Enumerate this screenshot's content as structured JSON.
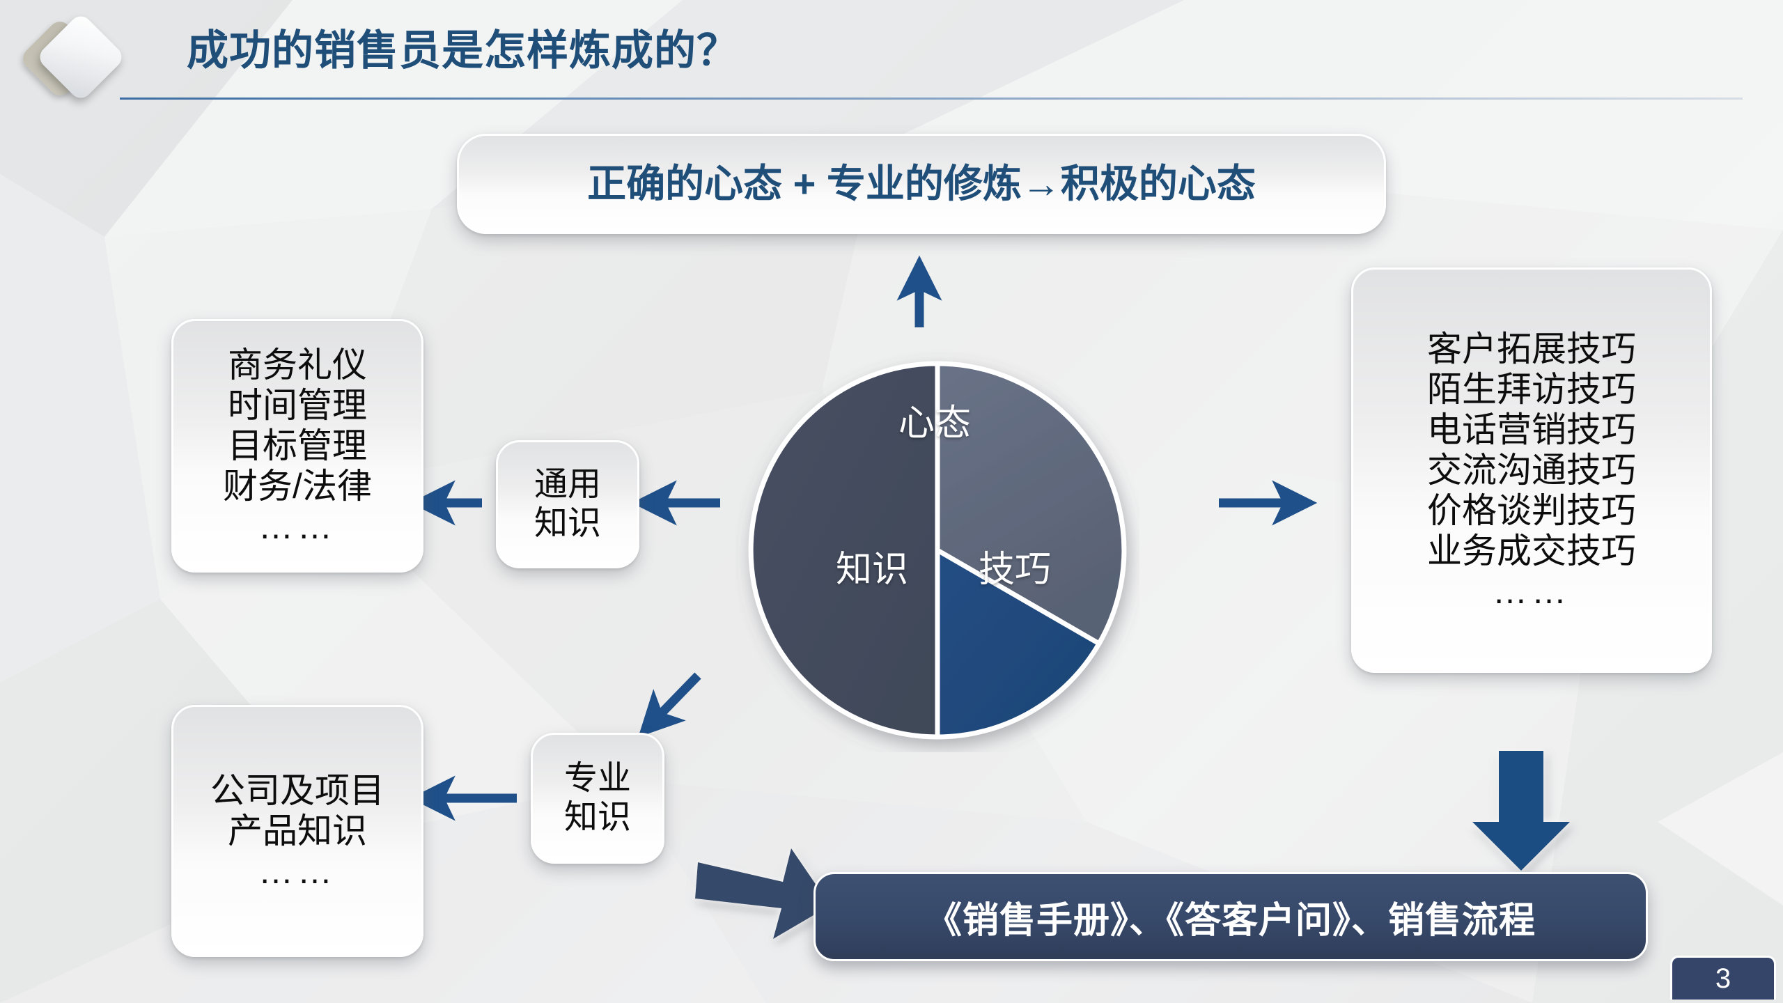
{
  "slide": {
    "title": "成功的销售员是怎样炼成的？",
    "page_number": "3",
    "decor_icon": "double-diamond-icon"
  },
  "banner": {
    "text": "正确的心态 + 专业的修炼→积极的心态"
  },
  "pie": {
    "segments": [
      {
        "label": "心态",
        "color": "#5f6878"
      },
      {
        "label": "知识",
        "color": "#434b5d"
      },
      {
        "label": "技巧",
        "color": "#20497d"
      }
    ]
  },
  "cards": {
    "general_knowledge": {
      "lines": [
        "通用",
        "知识"
      ]
    },
    "professional_knowledge": {
      "lines": [
        "专业",
        "知识"
      ]
    },
    "left_general": {
      "lines": [
        "商务礼仪",
        "时间管理",
        "目标管理",
        "财务/法律",
        "……"
      ]
    },
    "left_product": {
      "lines": [
        "公司及项目",
        "产品知识",
        "……"
      ]
    },
    "right_skills": {
      "lines": [
        "客户拓展技巧",
        "陌生拜访技巧",
        "电话营销技巧",
        "交流沟通技巧",
        "价格谈判技巧",
        "业务成交技巧",
        "……"
      ]
    }
  },
  "doc_bar": {
    "text": "《销售手册》、《答客户问》、销售流程"
  },
  "arrows": {
    "up_to_banner": "arrow-up-icon",
    "pie_to_general": "arrow-left-icon",
    "general_to_left": "arrow-left-icon",
    "pie_to_right": "arrow-right-icon",
    "pie_to_professional": "arrow-down-left-icon",
    "professional_to_product": "arrow-left-icon",
    "right_down_to_doc": "arrow-down-block-icon",
    "professional_to_doc": "arrow-right-block-icon"
  },
  "colors": {
    "title_blue": "#1f4e79",
    "arrow_blue": "#1f5089",
    "dark_navy": "#36486a",
    "background": "#eceded"
  }
}
